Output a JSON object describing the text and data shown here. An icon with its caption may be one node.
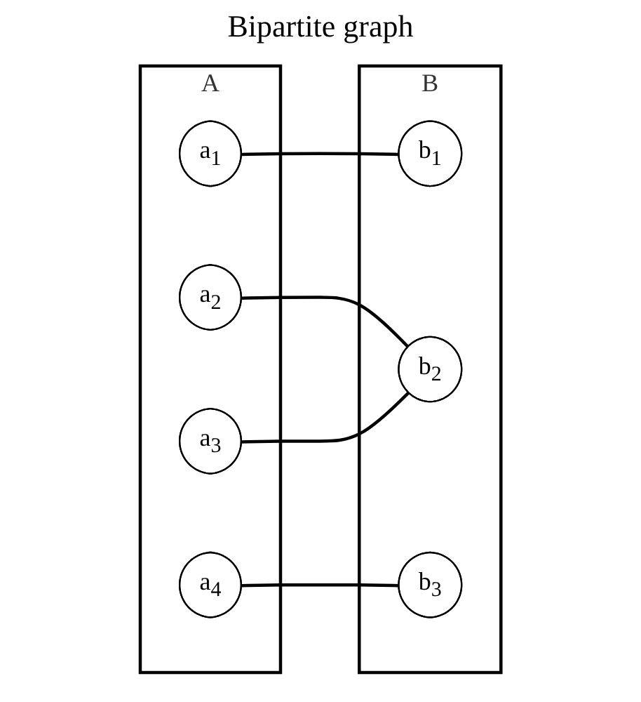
{
  "diagram": {
    "title": "Bipartite graph",
    "nodes": [
      {
        "text": [
          "A"
        ]
      },
      {
        "text": [
          "a$_{1}$"
        ],
        "in": 0
      },
      {
        "text": [
          "a$_{2}$"
        ],
        "in": 0
      },
      {
        "text": [
          "a$_{3}$"
        ],
        "in": 0
      },
      {
        "text": [
          "a$_{4}$"
        ],
        "in": 0
      },
      {
        "text": [
          "B"
        ]
      },
      {
        "text": [
          "b$_{1}$"
        ],
        "in": 5
      },
      {
        "text": [
          "b$_{2}$"
        ],
        "in": 5
      },
      {
        "text": [
          "b$_{3}$"
        ],
        "in": 5
      }
    ],
    "edges": [
      {
        "from": 1,
        "to": 6,
        "arrow": "none"
      },
      {
        "from": 2,
        "to": 7,
        "arrow": "none"
      },
      {
        "from": 3,
        "to": 7,
        "arrow": "none"
      },
      {
        "from": 4,
        "to": 8,
        "arrow": "none"
      }
    ]
  }
}
